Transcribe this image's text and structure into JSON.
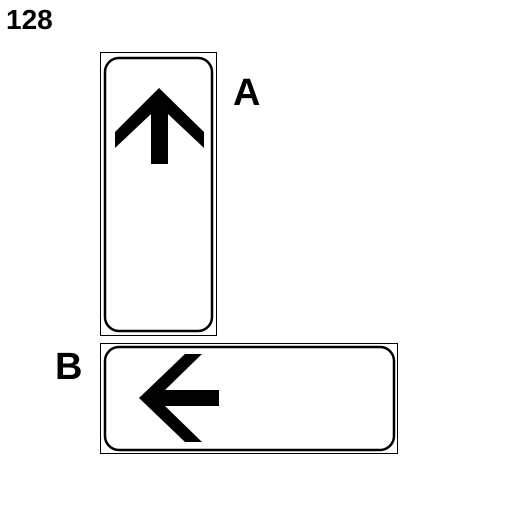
{
  "figure_number": "128",
  "signs": [
    {
      "label": "A",
      "arrow_direction": "up-icon"
    },
    {
      "label": "B",
      "arrow_direction": "left-icon"
    }
  ],
  "colors": {
    "sign_face": "#ffffff",
    "sign_border": "#000000",
    "arrow": "#000000"
  }
}
